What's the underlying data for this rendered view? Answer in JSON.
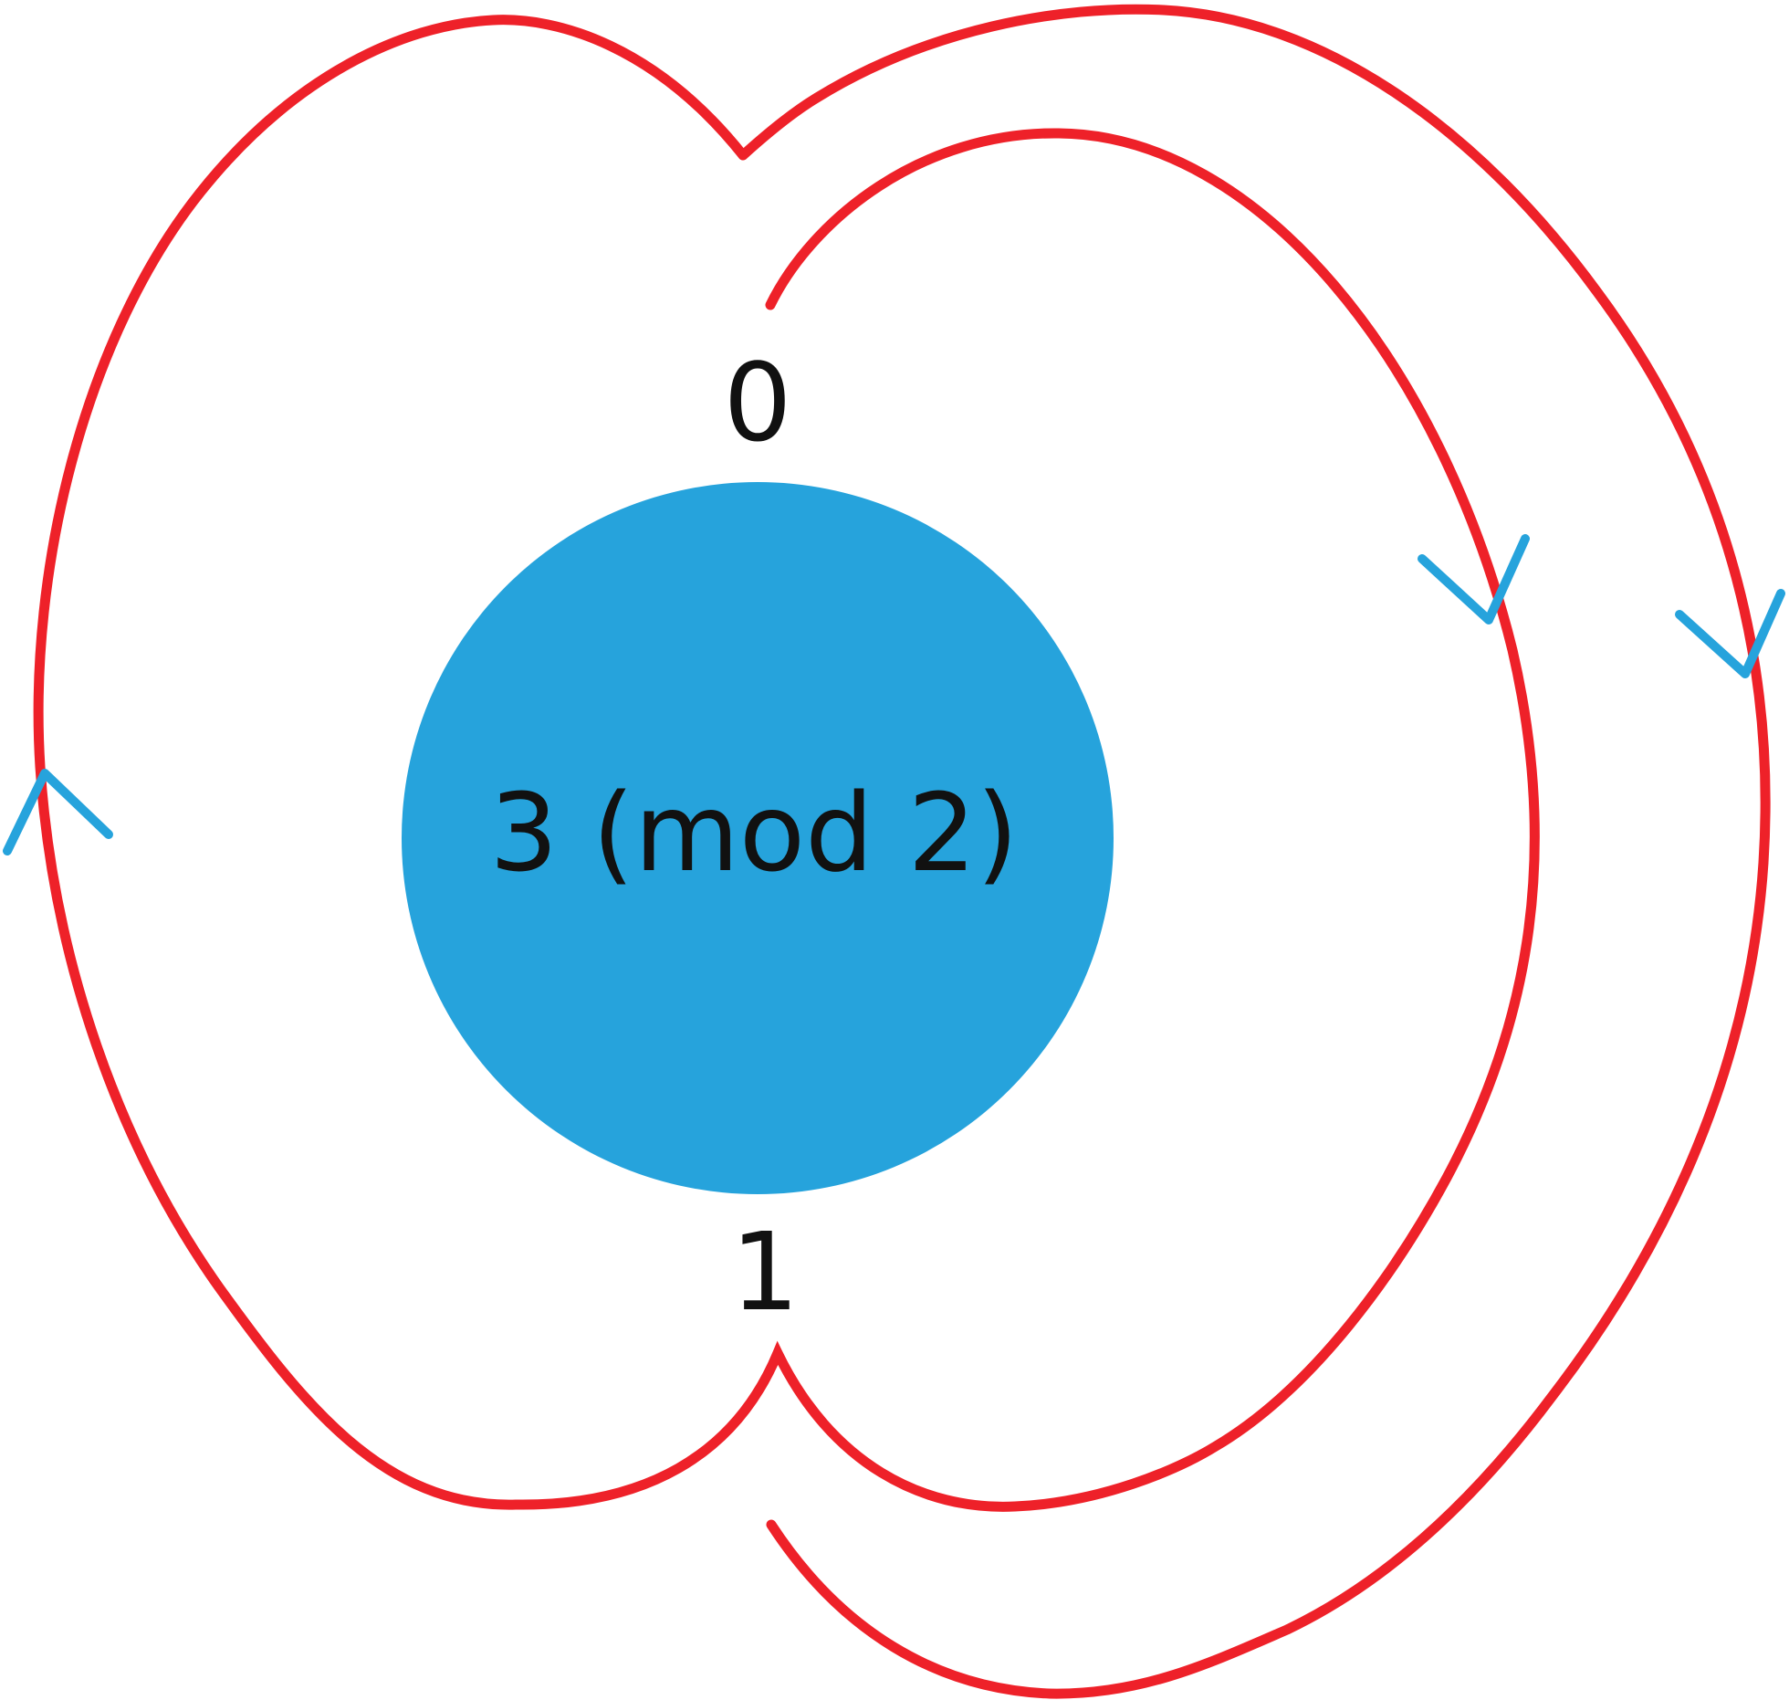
{
  "colors": {
    "knot": "#ee2129",
    "disk": "#26a3dc",
    "arrow": "#26a3dc",
    "text": "#111111"
  },
  "labels": {
    "top": "0",
    "bottom": "1",
    "center": "3 (mod 2)"
  }
}
